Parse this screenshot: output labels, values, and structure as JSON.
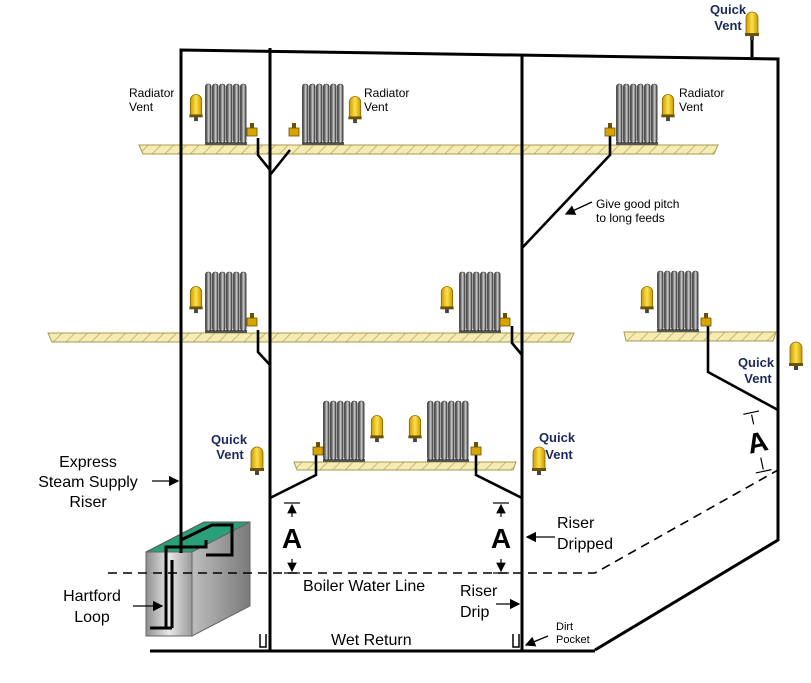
{
  "labels": {
    "quick_vent": [
      "Quick",
      "Vent"
    ],
    "radiator_vent": [
      "Radiator",
      "Vent"
    ],
    "pitch_note": [
      "Give good pitch",
      "to long feeds"
    ],
    "express_riser": [
      "Express",
      "Steam Supply",
      "Riser"
    ],
    "hartford_loop": [
      "Hartford",
      "Loop"
    ],
    "riser_dripped": [
      "Riser",
      "Dripped"
    ],
    "boiler_water_line": "Boiler Water Line",
    "riser_drip": [
      "Riser",
      "Drip"
    ],
    "dirt_pocket": [
      "Dirt",
      "Pocket"
    ],
    "wet_return": "Wet Return",
    "dimension_a": "A"
  },
  "colors": {
    "pipe": "#000000",
    "floor": "#f5ecb4",
    "floor_hatch": "#b8a860",
    "vent_yellow": "#f2cc1a",
    "vent_dark": "#8a6a00",
    "radiator_dark": "#3a3a3a",
    "radiator_light": "#9a9a9a",
    "boiler_top": "#2aa07a",
    "boiler_side": "#c8c8c8",
    "label_blue": "#1b2a5a"
  }
}
